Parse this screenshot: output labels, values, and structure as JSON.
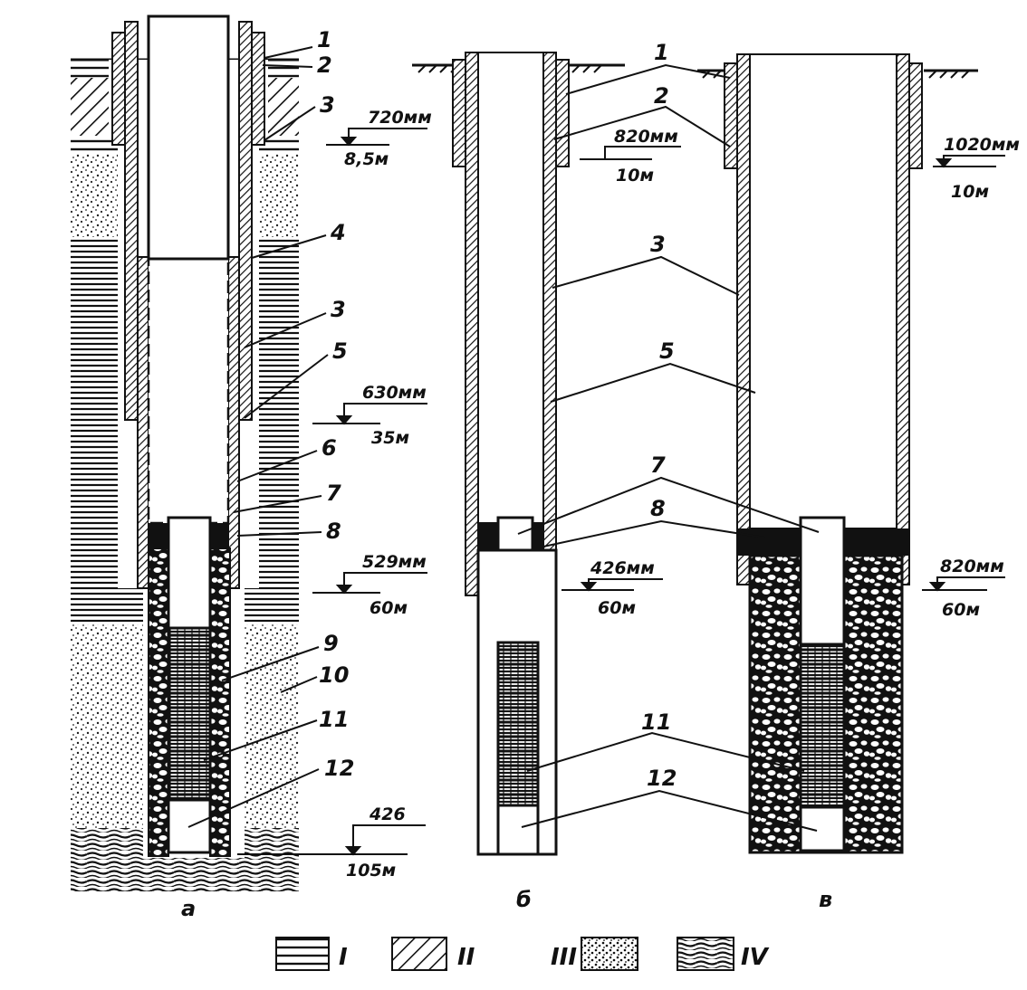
{
  "wells": {
    "a": {
      "caption": "а",
      "labels": [
        "1",
        "2",
        "3",
        "4",
        "3",
        "5",
        "6",
        "7",
        "8",
        "9",
        "10",
        "11",
        "12"
      ],
      "dims": [
        {
          "diameter": "720мм",
          "depth": "8,5м"
        },
        {
          "diameter": "630мм",
          "depth": "35м"
        },
        {
          "diameter": "529мм",
          "depth": "60м"
        },
        {
          "diameter": "426",
          "depth": "105м"
        }
      ]
    },
    "b": {
      "caption": "б",
      "dims": [
        {
          "diameter": "820мм",
          "depth": "10м"
        },
        {
          "diameter": "426мм",
          "depth": "60м"
        }
      ]
    },
    "c": {
      "caption": "в",
      "dims": [
        {
          "diameter": "1020мм",
          "depth": "10м"
        },
        {
          "diameter": "820мм",
          "depth": "60м"
        }
      ]
    },
    "shared_labels": [
      "1",
      "2",
      "3",
      "5",
      "7",
      "8",
      "11",
      "12"
    ]
  },
  "legend": [
    {
      "id": "I",
      "label": "I",
      "pattern": "horizontal-lines"
    },
    {
      "id": "II",
      "label": "II",
      "pattern": "diagonal-hatch"
    },
    {
      "id": "III",
      "label": "III",
      "pattern": "dots"
    },
    {
      "id": "IV",
      "label": "IV",
      "pattern": "wavy-lines"
    }
  ]
}
